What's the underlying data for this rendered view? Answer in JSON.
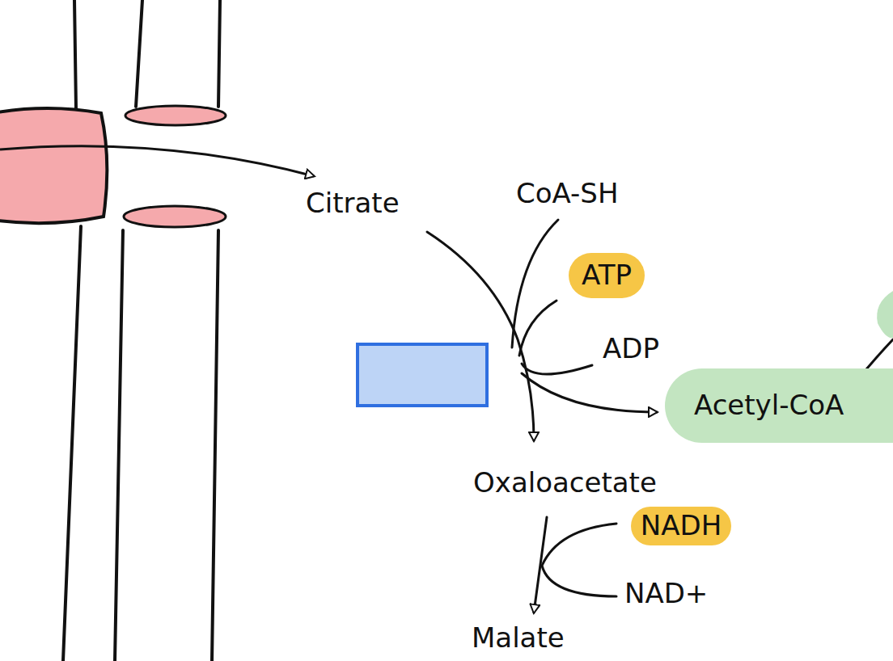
{
  "diagram": {
    "nodes": [
      {
        "text": [
          "ATP"
        ]
      },
      {
        "text": [
          "Acetyl-CoA"
        ]
      },
      {
        "text": [
          "NADH"
        ]
      }
    ],
    "labels": [
      "Citrate",
      "CoA-SH",
      "ADP",
      "Oxaloacetate",
      "NAD+",
      "Malate"
    ]
  }
}
